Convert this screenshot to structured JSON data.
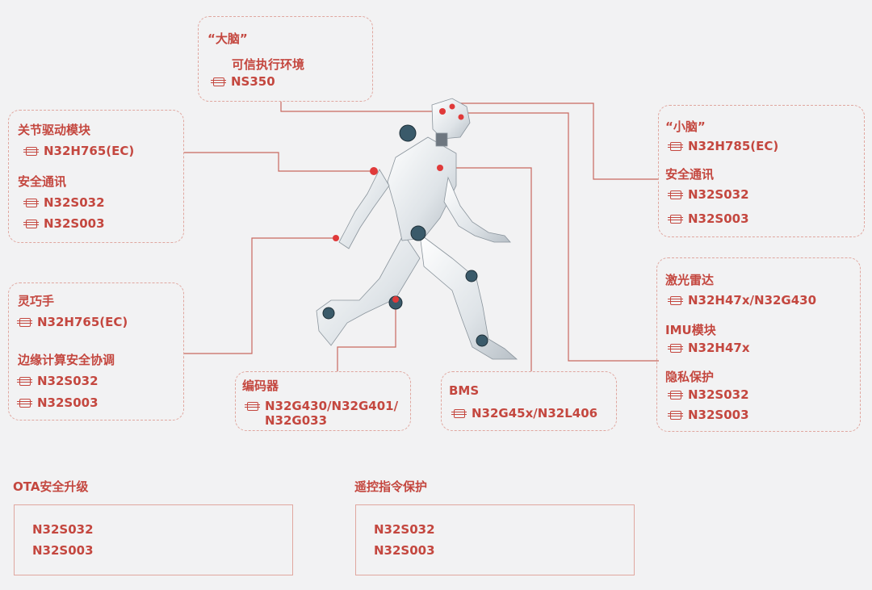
{
  "accent_color": "#c4473f",
  "brain": {
    "title": "“大脑”",
    "sub": "可信执行环境",
    "chip": "NS350"
  },
  "joint": {
    "title": "关节驱动模块",
    "chip1": "N32H765(EC)",
    "title2": "安全通讯",
    "chip2": "N32S032",
    "chip3": "N32S003"
  },
  "dexhand": {
    "title": "灵巧手",
    "chip1": "N32H765(EC)",
    "title2": "边缘计算安全协调",
    "chip2": "N32S032",
    "chip3": "N32S003"
  },
  "encoder": {
    "title": "编码器",
    "chip": "N32G430/N32G401/",
    "chip_line2": "N32G033"
  },
  "bms": {
    "title": "BMS",
    "chip": "N32G45x/N32L406"
  },
  "cerebellum": {
    "title": "“小脑”",
    "chip1": "N32H785(EC)",
    "title2": "安全通讯",
    "chip2": "N32S032",
    "chip3": "N32S003"
  },
  "lidar": {
    "title": "激光雷达",
    "chip1": "N32H47x/N32G430",
    "title2": "IMU模块",
    "chip2": "N32H47x",
    "title3": "隐私保护",
    "chip3": "N32S032",
    "chip4": "N32S003"
  },
  "ota": {
    "title": "OTA安全升级",
    "items": [
      "N32S032",
      "N32S003"
    ]
  },
  "remote": {
    "title": "遥控指令保护",
    "items": [
      "N32S032",
      "N32S003"
    ]
  }
}
